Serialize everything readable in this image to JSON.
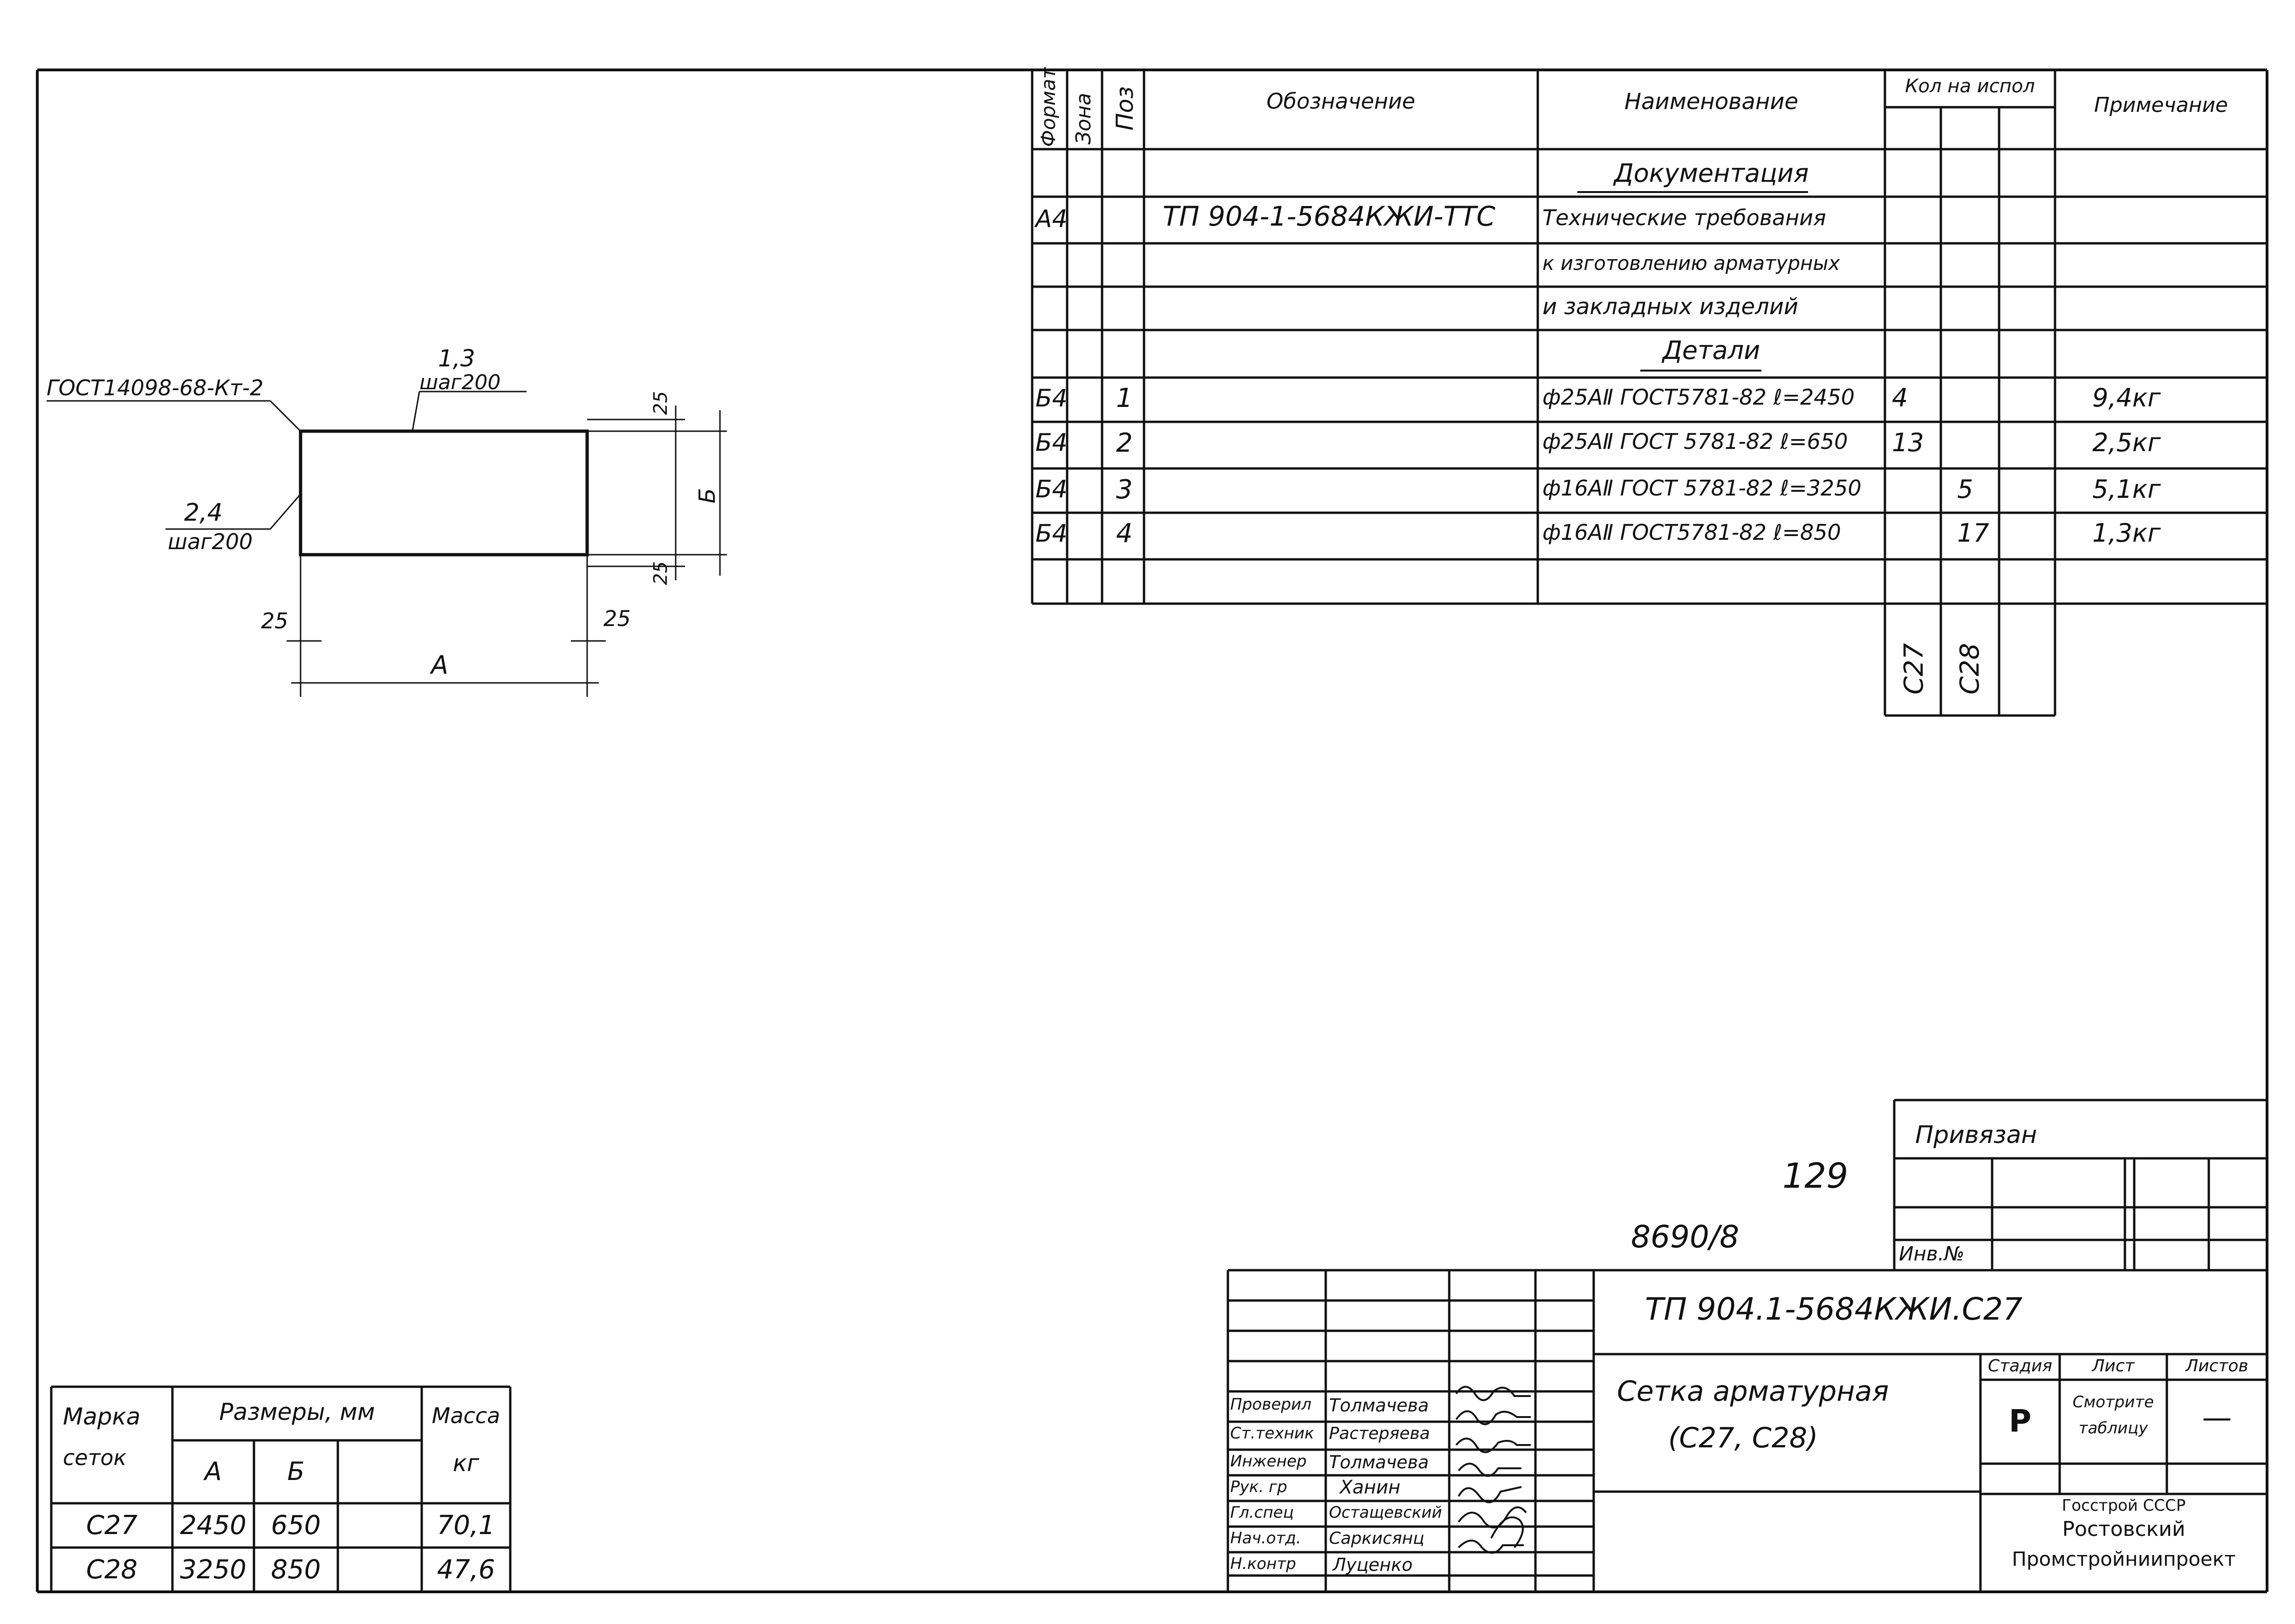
{
  "spec_table": {
    "headers": {
      "format": "Формат",
      "zone": "Зона",
      "pos": "Поз",
      "designation": "Обозначение",
      "name": "Наименование",
      "qty": "Кол на испол",
      "note": "Примечание"
    },
    "section_docs": "Документация",
    "doc_row": {
      "format": "А4",
      "designation": "ТП 904-1-5684КЖИ-ТТС",
      "name_lines": [
        "Технические требования",
        "к изготовлению арматурных",
        "и закладных изделий"
      ]
    },
    "section_parts": "Детали",
    "items": [
      {
        "format": "Б4",
        "pos": "1",
        "name": "ф25АⅡ ГОСТ5781-82 ℓ=2450",
        "qty_c27": "4",
        "qty_c28": "",
        "note": "9,4кг"
      },
      {
        "format": "Б4",
        "pos": "2",
        "name": "ф25АⅡ ГОСТ 5781-82 ℓ=650",
        "qty_c27": "13",
        "qty_c28": "",
        "note": "2,5кг"
      },
      {
        "format": "Б4",
        "pos": "3",
        "name": "ф16АⅡ ГОСТ 5781-82 ℓ=3250",
        "qty_c27": "",
        "qty_c28": "5",
        "note": "5,1кг"
      },
      {
        "format": "Б4",
        "pos": "4",
        "name": "ф16АⅡ ГОСТ5781-82 ℓ=850",
        "qty_c27": "",
        "qty_c28": "17",
        "note": "1,3кг"
      }
    ],
    "variant_labels": [
      "С27",
      "С28"
    ]
  },
  "drawing": {
    "weld_label": "ГОСТ14098-68-Кт-2",
    "top_label_pos": "1,3",
    "top_label_step": "шаг200",
    "left_label_pos": "2,4",
    "left_label_step": "шаг200",
    "dim_25_top": "25",
    "dim_25_bottom": "25",
    "dim_25_left": "25",
    "dim_25_right": "25",
    "dim_B": "Б",
    "dim_A": "А"
  },
  "sizes_table": {
    "h_mark": "Марка",
    "h_mark2": "сеток",
    "h_sizes": "Размеры, мм",
    "h_a": "А",
    "h_b": "Б",
    "h_mass": "Масса",
    "h_mass_unit": "кг",
    "rows": [
      {
        "mark": "С27",
        "a": "2450",
        "b": "650",
        "mass": "70,1"
      },
      {
        "mark": "С28",
        "a": "3250",
        "b": "850",
        "mass": "47,6"
      }
    ]
  },
  "title_block": {
    "bound_label": "Привязан",
    "inv_label": "Инв.№",
    "number_129": "129",
    "number_8690": "8690/8",
    "doc_code": "ТП 904.1-5684КЖИ.С27",
    "title_line1": "Сетка арматурная",
    "title_line2": "(С27, С28)",
    "stage_label": "Стадия",
    "sheet_label": "Лист",
    "sheets_label": "Листов",
    "stage_value": "Р",
    "sheet_value": "Смотрите таблицу",
    "sheets_value": "—",
    "roles": [
      {
        "role": "Проверил",
        "name": "Толмачева"
      },
      {
        "role": "Ст.техник",
        "name": "Растеряева"
      },
      {
        "role": "Инженер",
        "name": "Толмачева"
      },
      {
        "role": "Рук. гр",
        "name": "Ханин"
      },
      {
        "role": "Гл.спец",
        "name": "Остащевский"
      },
      {
        "role": "Нач.отд.",
        "name": "Саркисянц"
      },
      {
        "role": "Н.контр",
        "name": "Луценко"
      }
    ],
    "org_line1": "Госстрой СССР",
    "org_line2": "Ростовский",
    "org_line3": "Промстройниипроект"
  }
}
